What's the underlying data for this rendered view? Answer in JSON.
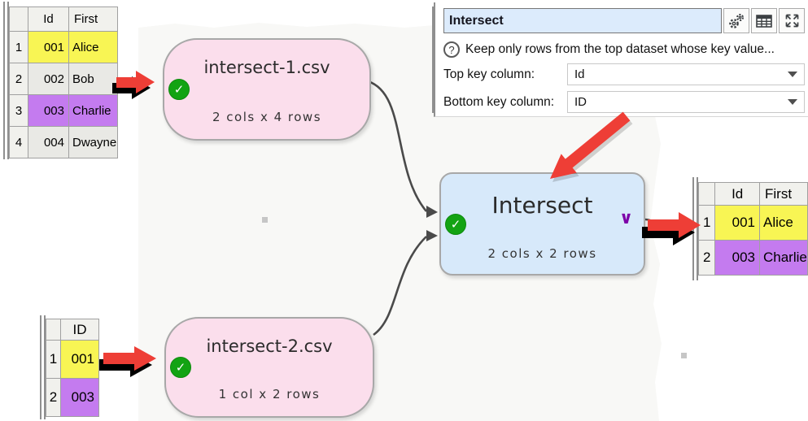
{
  "icons": {
    "check": "✓",
    "chevron_down": "∨",
    "help": "?"
  },
  "panel": {
    "title_value": "Intersect",
    "help_text": "Keep only rows from the top dataset whose key value...",
    "fields": [
      {
        "label": "Top key column:",
        "value": "Id"
      },
      {
        "label": "Bottom key column:",
        "value": "ID"
      }
    ]
  },
  "nodes": {
    "input1": {
      "title": "intersect-1.csv",
      "subtitle": "2 cols x 4 rows"
    },
    "input2": {
      "title": "intersect-2.csv",
      "subtitle": "1 col x 2 rows"
    },
    "transform": {
      "title": "Intersect",
      "subtitle": "2 cols x 2 rows"
    }
  },
  "tables": {
    "top_left": {
      "columns": [
        "Id",
        "First"
      ],
      "rows": [
        {
          "num": "1",
          "cells": [
            "001",
            "Alice"
          ],
          "bg": "#f8f554"
        },
        {
          "num": "2",
          "cells": [
            "002",
            "Bob"
          ],
          "bg": "#e9e9e5"
        },
        {
          "num": "3",
          "cells": [
            "003",
            "Charlie"
          ],
          "bg": "#c47bef"
        },
        {
          "num": "4",
          "cells": [
            "004",
            "Dwayne"
          ],
          "bg": "#e9e9e5"
        }
      ]
    },
    "bottom_left": {
      "columns": [
        "ID"
      ],
      "rows": [
        {
          "num": "1",
          "cells": [
            "001"
          ],
          "bg": "#f8f554"
        },
        {
          "num": "2",
          "cells": [
            "003"
          ],
          "bg": "#c47bef"
        }
      ]
    },
    "output": {
      "columns": [
        "Id",
        "First"
      ],
      "rows": [
        {
          "num": "1",
          "cells": [
            "001",
            "Alice"
          ],
          "bg": "#f8f554"
        },
        {
          "num": "2",
          "cells": [
            "003",
            "Charlie"
          ],
          "bg": "#c47bef"
        }
      ]
    }
  },
  "colors": {
    "node_pink": "#fbdeec",
    "node_blue": "#d7e9fa",
    "accent_red": "#ee3e36",
    "check_green": "#13a313",
    "chevron_purple": "#7d02a8",
    "row_yellow": "#f8f554",
    "row_purple": "#c47bef",
    "row_gray": "#e9e9e5"
  }
}
